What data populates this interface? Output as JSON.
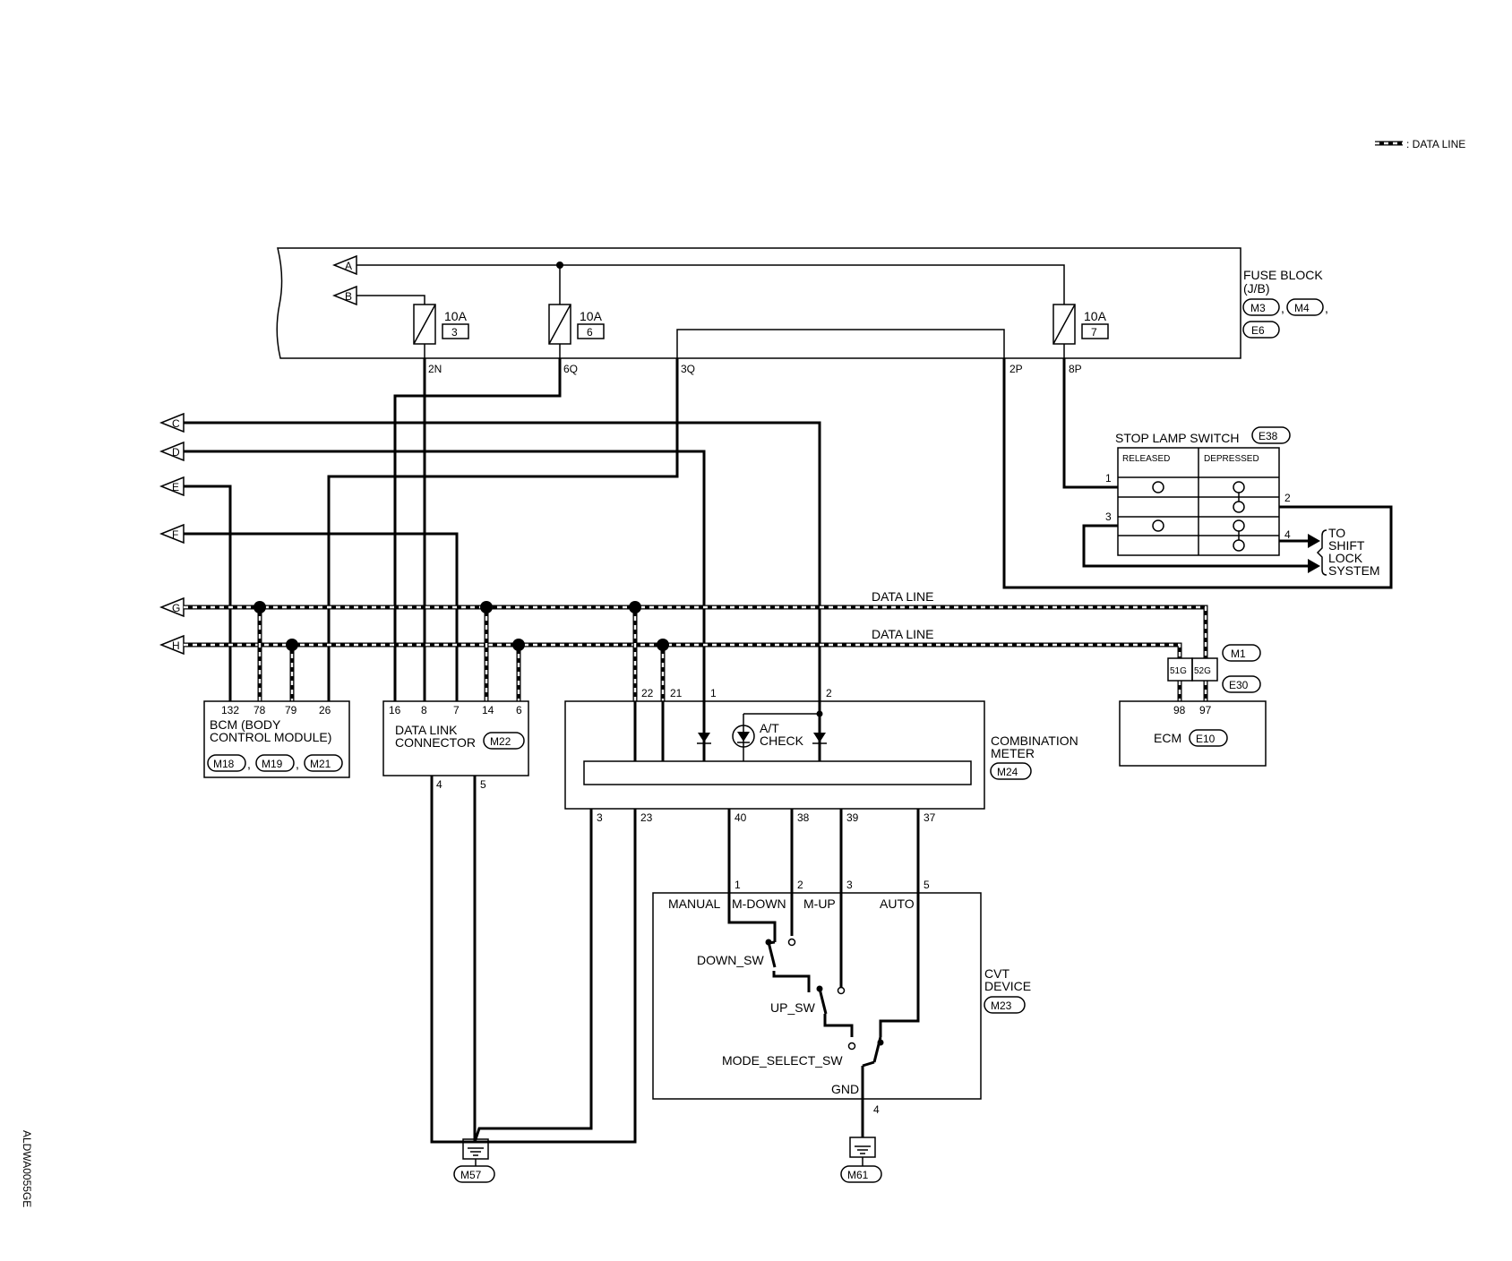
{
  "legend": {
    "data_line": ": DATA LINE"
  },
  "side_code": "ALDWA0055GE",
  "terminals": {
    "a": "A",
    "b": "B",
    "c": "C",
    "d": "D",
    "e": "E",
    "f": "F",
    "g": "G",
    "h": "H"
  },
  "fuse_block": {
    "title": "FUSE BLOCK",
    "sub": "(J/B)",
    "c1": "M3",
    "c2": "M4",
    "c3": "E6",
    "sep": ",",
    "sep2": ","
  },
  "fuses": [
    {
      "amp": "10A",
      "num": "3"
    },
    {
      "amp": "10A",
      "num": "6"
    },
    {
      "amp": "10A",
      "num": "7"
    }
  ],
  "fuse_pins": {
    "p2n": "2N",
    "p6q": "6Q",
    "p3q": "3Q",
    "p2p": "2P",
    "p8p": "8P"
  },
  "stop_lamp": {
    "title": "STOP LAMP SWITCH",
    "code": "E38",
    "released": "RELEASED",
    "depressed": "DEPRESSED",
    "pin1": "1",
    "pin2": "2",
    "pin3": "3",
    "pin4": "4",
    "to1": "TO",
    "to2": "SHIFT",
    "to3": "LOCK",
    "to4": "SYSTEM"
  },
  "data_line_label": "DATA LINE",
  "data_line_label2": "DATA LINE",
  "bcm": {
    "line1": "BCM (BODY",
    "line2": "CONTROL MODULE)",
    "pins": [
      "132",
      "78",
      "79",
      "26"
    ],
    "c1": "M18",
    "c2": "M19",
    "c3": "M21",
    "sep": ",",
    "sep2": ","
  },
  "dlc": {
    "line1": "DATA LINK",
    "line2": "CONNECTOR",
    "code": "M22",
    "pins": [
      "16",
      "8",
      "7",
      "14",
      "6"
    ],
    "bottom_pins": [
      "4",
      "5"
    ]
  },
  "meter": {
    "line1": "COMBINATION",
    "line2": "METER",
    "code": "M24",
    "top_pins": [
      "22",
      "21",
      "1",
      "2"
    ],
    "bottom_pins": [
      "3",
      "23",
      "40",
      "38",
      "39",
      "37"
    ],
    "at1": "A/T",
    "at2": "CHECK"
  },
  "ecm": {
    "label": "ECM",
    "code": "E10",
    "pins": [
      "98",
      "97"
    ],
    "c51": "51G",
    "c52": "52G",
    "m1": "M1",
    "e30": "E30"
  },
  "cvt": {
    "line1": "CVT",
    "line2": "DEVICE",
    "code": "M23",
    "pins": [
      "1",
      "2",
      "3",
      "5"
    ],
    "manual": "MANUAL",
    "mdown": "M-DOWN",
    "mup": "M-UP",
    "auto": "AUTO",
    "down_sw": "DOWN_SW",
    "up_sw": "UP_SW",
    "mode_sw": "MODE_SELECT_SW",
    "gnd": "GND",
    "gnd_pin": "4"
  },
  "grounds": {
    "g1": "M57",
    "g2": "M61"
  }
}
